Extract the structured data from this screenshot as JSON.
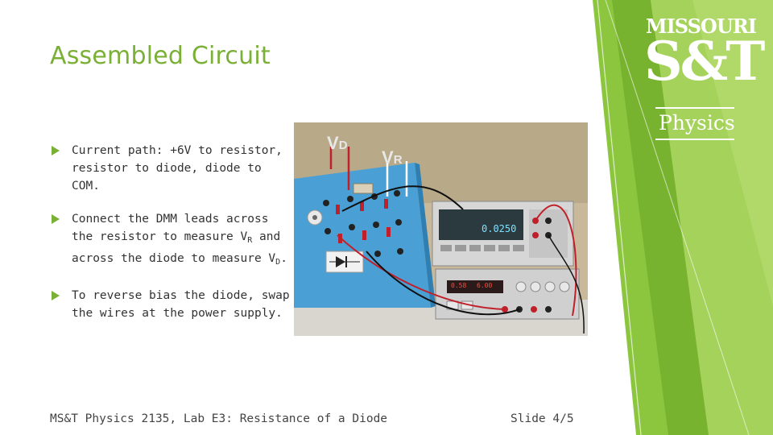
{
  "slide": {
    "title": "Assembled Circuit",
    "bullets": [
      {
        "id": "b1",
        "text": "Current path: +6V to resistor, resistor to diode, diode to COM."
      },
      {
        "id": "b2",
        "pre": "Connect the DMM leads across the resistor to measure V",
        "sub1": "R",
        "mid": " and across the diode to measure V",
        "sub2": "D",
        "post": "."
      },
      {
        "id": "b3",
        "text": "To reverse bias the diode, swap the wires at the power supply."
      }
    ],
    "photo_labels": {
      "vd_main": "V",
      "vd_sub": "D",
      "vr_main": "V",
      "vr_sub": "R"
    },
    "meter_reading": "0.0250",
    "psu_left": "0.58",
    "psu_right": "6.00",
    "footer_left": "MS&T Physics 2135, Lab E3: Resistance of a Diode",
    "footer_right": "Slide 4/5"
  },
  "logo": {
    "top": "MISSOURI",
    "mid": "S&T",
    "sub": "Physics"
  },
  "colors": {
    "accent_green": "#7ab036",
    "band_green": "#8cc63f",
    "board_blue": "#4aa0d4"
  }
}
